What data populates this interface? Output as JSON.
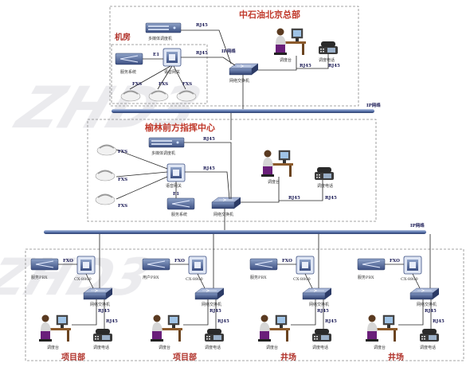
{
  "watermark": "ZHD3",
  "hq": {
    "title": "中石油北京总部",
    "room_label": "机房",
    "multimedia_dispatcher": "多媒体调度机",
    "voice_gateway": "语音网关",
    "fax_system": "服务系统",
    "network_switch": "网络交换机",
    "dispatch_console": "调度台",
    "dispatch_phone": "调度电话",
    "ip_network": "IP网络",
    "rj45": "RJ45",
    "e1": "E1",
    "fxs": "FXS"
  },
  "backbone_ip_1": "IP网络",
  "yulin": {
    "title": "榆林前方指挥中心",
    "multimedia_dispatcher": "多媒体调度机",
    "voice_gateway": "语音网关",
    "fax_system": "服务系统",
    "network_switch": "网络交换机",
    "dispatch_console": "调度台",
    "dispatch_phone": "调度电话",
    "rj45": "RJ45",
    "e1": "E1",
    "fxs": "FXS"
  },
  "backbone_ip_2": "IP网络",
  "sites": [
    {
      "name": "项目部",
      "pbx": "服务PBX",
      "gateway": "CX-8800",
      "switch": "网络交换机",
      "console": "调度台",
      "phone": "调度电话",
      "fxo": "FXO",
      "rj45": "RJ45"
    },
    {
      "name": "项目部",
      "pbx": "用户PBX",
      "gateway": "CX-8800",
      "switch": "网络交换机",
      "console": "调度台",
      "phone": "调度电话",
      "fxo": "FXO",
      "rj45": "RJ45"
    },
    {
      "name": "井场",
      "pbx": "服务PBX",
      "gateway": "CX-8800",
      "switch": "网络交换机",
      "console": "调度台",
      "phone": "调度电话",
      "fxo": "FXO",
      "rj45": "RJ45"
    },
    {
      "name": "井场",
      "pbx": "服务PBX",
      "gateway": "CX-8800",
      "switch": "网络交换机",
      "console": "调度台",
      "phone": "调度电话",
      "fxo": "FXO",
      "rj45": "RJ45"
    }
  ]
}
